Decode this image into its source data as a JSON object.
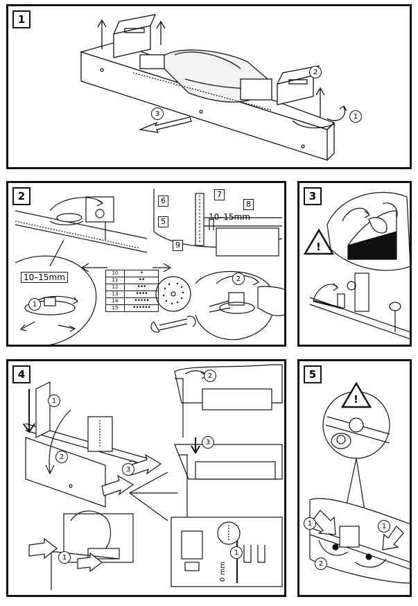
{
  "panels": [
    {
      "step": "1"
    },
    {
      "step": "2"
    },
    {
      "step": "3"
    },
    {
      "step": "4"
    },
    {
      "step": "5"
    }
  ],
  "panel1": {
    "callouts": [
      "1",
      "2",
      "3"
    ]
  },
  "panel2": {
    "labels": [
      "5",
      "6",
      "7",
      "8",
      "9"
    ],
    "dimension_top": "10–15mm",
    "dimension_left": "10–15mm",
    "callouts": [
      "1",
      "2"
    ],
    "hole_table": [
      {
        "size": "10",
        "dots": "•"
      },
      {
        "size": "11",
        "dots": "••"
      },
      {
        "size": "12",
        "dots": "•••"
      },
      {
        "size": "13",
        "dots": "••••"
      },
      {
        "size": "14",
        "dots": "•••••"
      },
      {
        "size": "15",
        "dots": "••••••"
      }
    ]
  },
  "panel3": {
    "warning": "!"
  },
  "panel4": {
    "callouts": [
      "1",
      "2",
      "3",
      "2",
      "3",
      "1",
      "1"
    ],
    "zero_label": "0 mm"
  },
  "panel5": {
    "warning": "!",
    "callouts": [
      "1",
      "2",
      "1"
    ]
  }
}
